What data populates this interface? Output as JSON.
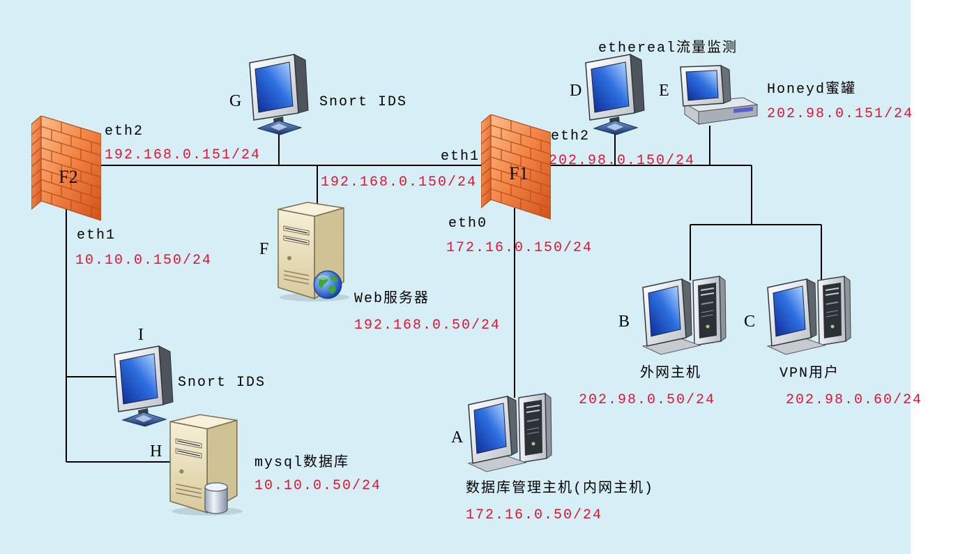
{
  "colors": {
    "background": "#D6EEF6",
    "ip_text": "#E0142F",
    "line": "#000000",
    "firewall": "#EE7A3A"
  },
  "firewalls": {
    "f2": {
      "label": "F2",
      "icon": "firewall-icon",
      "eth2": {
        "name": "eth2",
        "ip": "192.168.0.151/24"
      },
      "eth1": {
        "name": "eth1",
        "ip": "10.10.0.150/24"
      }
    },
    "f1": {
      "label": "F1",
      "icon": "firewall-icon",
      "eth1": {
        "name": "eth1",
        "ip": "192.168.0.150/24"
      },
      "eth2": {
        "name": "eth2",
        "ip": "202.98.0.150/24"
      },
      "eth0": {
        "name": "eth0",
        "ip": "172.16.0.150/24"
      }
    }
  },
  "nodes": {
    "g": {
      "letter": "G",
      "title": "Snort IDS",
      "icon": "monitor-icon"
    },
    "d": {
      "letter": "D",
      "title": "ethereal流量监测",
      "icon": "monitor-icon"
    },
    "e": {
      "letter": "E",
      "title": "Honeyd蜜罐",
      "ip": "202.98.0.151/24",
      "icon": "desktop-computer-icon"
    },
    "f": {
      "letter": "F",
      "title": "Web服务器",
      "ip": "192.168.0.50/24",
      "icon": "web-server-icon"
    },
    "b": {
      "letter": "B",
      "title": "外网主机",
      "ip": "202.98.0.50/24",
      "icon": "workstation-icon"
    },
    "c": {
      "letter": "C",
      "title": "VPN用户",
      "ip": "202.98.0.60/24",
      "icon": "workstation-icon"
    },
    "i": {
      "letter": "I",
      "title": "Snort IDS",
      "icon": "monitor-icon"
    },
    "h": {
      "letter": "H",
      "title": "mysql数据库",
      "ip": "10.10.0.50/24",
      "icon": "database-server-icon"
    },
    "a": {
      "letter": "A",
      "title": "数据库管理主机(内网主机)",
      "ip": "172.16.0.50/24",
      "icon": "workstation-icon"
    }
  }
}
